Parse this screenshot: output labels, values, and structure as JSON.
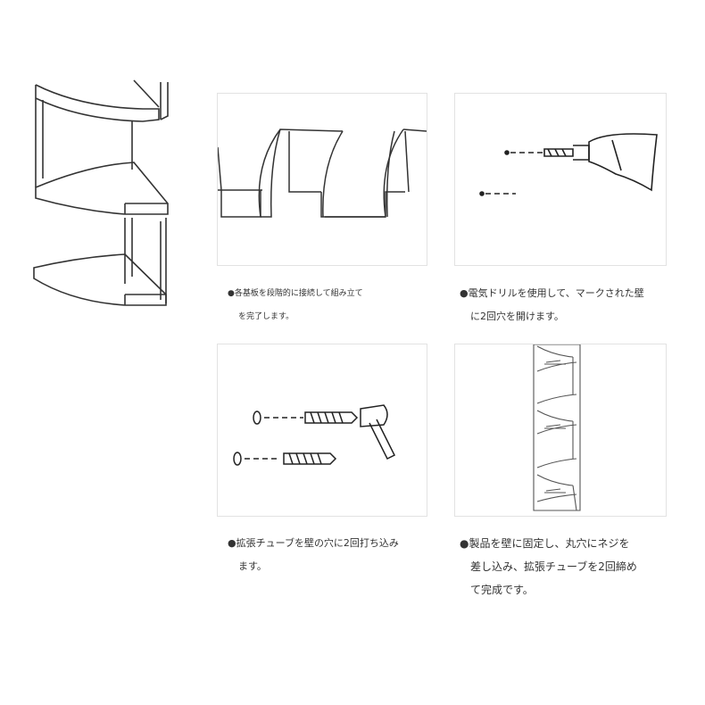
{
  "steps": [
    {
      "lines": [
        "●各基板を段階的に接続して組み立て",
        "を完了します。"
      ]
    },
    {
      "lines": [
        "●電気ドリルを使用して、マークされた壁",
        "に2回穴を開けます。"
      ]
    },
    {
      "lines": [
        "●拡張チューブを壁の穴に2回打ち込み",
        "ます。"
      ]
    },
    {
      "lines": [
        "●製品を壁に固定し、丸穴にネジを",
        "差し込み、拡張チューブを2回締め",
        "て完成です。"
      ]
    }
  ]
}
